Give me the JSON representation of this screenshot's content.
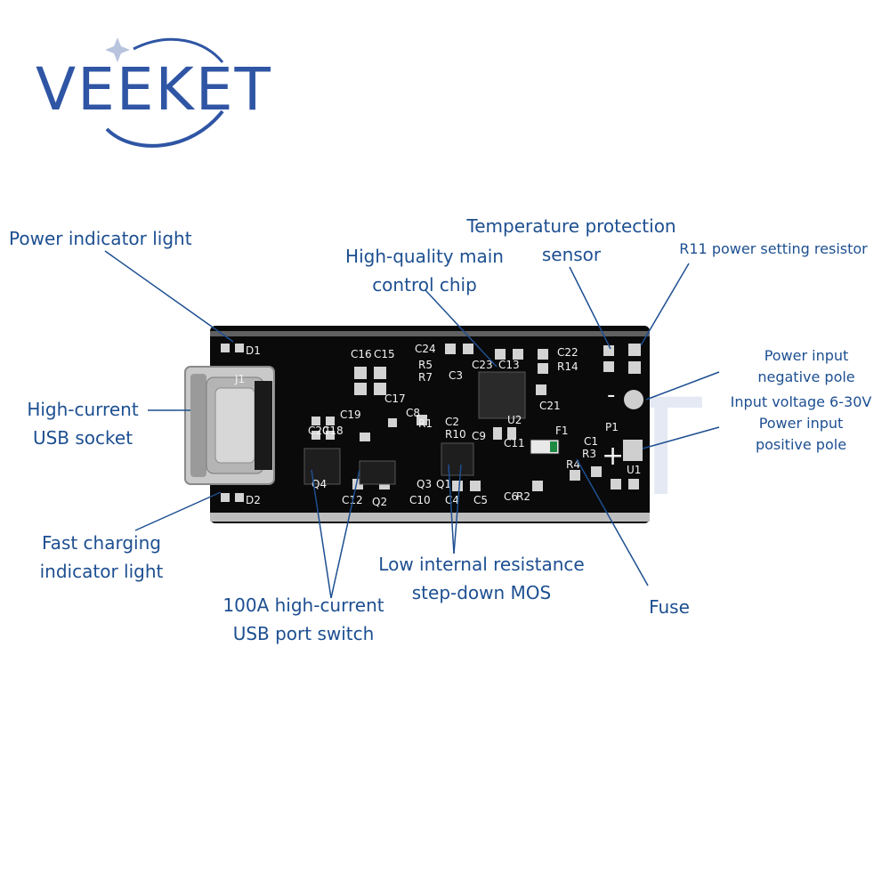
{
  "brand": {
    "name": "VEEKET",
    "color": "#2f55a4"
  },
  "colors": {
    "label": "#1d4f91",
    "leader": "#1d4f91",
    "board": "#0c0c0c",
    "silk": "#f2f2f2",
    "pad": "#d9d9d9"
  },
  "labels": {
    "power_indicator": "Power indicator light",
    "usb_socket": [
      "High-current",
      "USB socket"
    ],
    "fast_charge": [
      "Fast charging",
      "indicator light"
    ],
    "port_switch": [
      "100A high-current",
      "USB port switch"
    ],
    "mos": [
      "Low internal resistance",
      "step-down MOS"
    ],
    "fuse": "Fuse",
    "main_chip": [
      "High-quality main",
      "control chip"
    ],
    "temp_sensor": [
      "Temperature protection",
      "sensor"
    ],
    "r11": "R11 power setting resistor",
    "neg_pole": [
      "Power input",
      "negative pole"
    ],
    "pos_pole": [
      "Input voltage 6-30V",
      "Power input",
      "positive pole"
    ]
  },
  "silkscreen": [
    "D1",
    "J1",
    "C16",
    "C15",
    "C24",
    "R5",
    "R7",
    "C3",
    "C23",
    "C13",
    "C22",
    "R14",
    "C21",
    "C20",
    "C18",
    "C19",
    "C17",
    "R1",
    "C8",
    "C2",
    "R10",
    "C9",
    "U2",
    "C11",
    "F1",
    "P1",
    "C1",
    "R3",
    "R4",
    "U1",
    "R2",
    "C6",
    "C4",
    "C5",
    "Q3",
    "Q1",
    "C10",
    "Q2",
    "C12",
    "Q4",
    "D2"
  ],
  "polarity": {
    "minus": "-",
    "plus": "+"
  }
}
